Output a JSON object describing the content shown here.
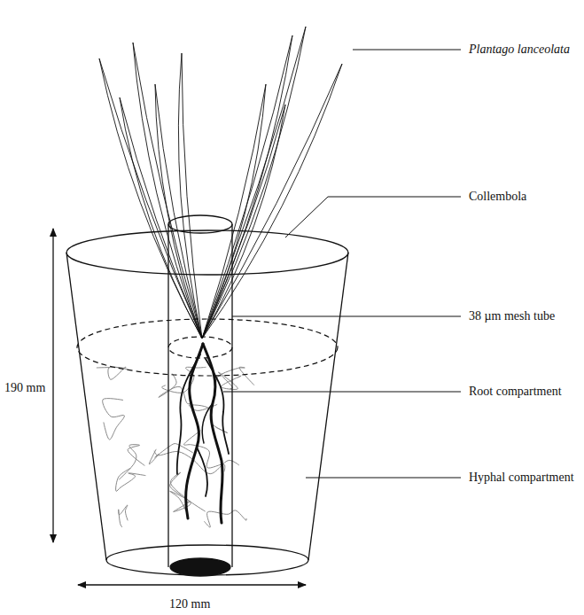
{
  "diagram": {
    "labels": [
      "Plantago lanceolata",
      "Collembola",
      "38 µm mesh tube",
      "Root compartment",
      "Hyphal compartment",
      "190 mm",
      "120 mm"
    ]
  }
}
